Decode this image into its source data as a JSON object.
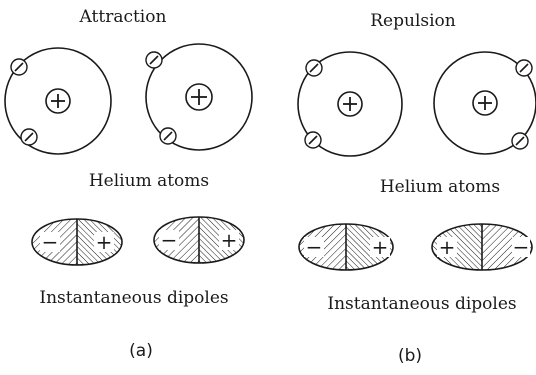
{
  "panels": [
    {
      "title": "Attraction",
      "atoms_label": "Helium atoms",
      "dipoles_label": "Instantaneous dipoles",
      "part_label": "(a)",
      "dipoles": [
        {
          "left_sign": "−",
          "right_sign": "+"
        },
        {
          "left_sign": "−",
          "right_sign": "+"
        }
      ]
    },
    {
      "title": "Repulsion",
      "atoms_label": "Helium atoms",
      "dipoles_label": "Instantaneous dipoles",
      "part_label": "(b)",
      "dipoles": [
        {
          "left_sign": "−",
          "right_sign": "+"
        },
        {
          "left_sign": "+",
          "right_sign": "−"
        }
      ]
    }
  ],
  "symbols": {
    "nucleus": "+",
    "electron": "−"
  },
  "colors": {
    "ink": "#1a1a1a",
    "background": "#ffffff"
  }
}
